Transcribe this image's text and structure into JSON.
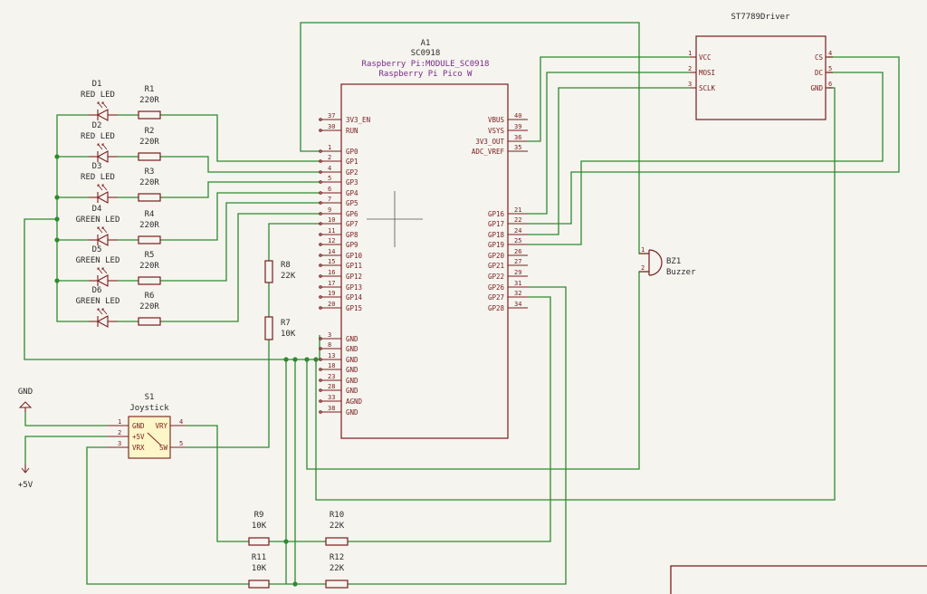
{
  "pico": {
    "ref": "A1",
    "value": "SC0918",
    "footprint": "Raspberry Pi:MODULE_SC0918",
    "name": "Raspberry Pi Pico W",
    "left_pins": [
      {
        "num": "37",
        "name": "3V3_EN"
      },
      {
        "num": "30",
        "name": "RUN"
      },
      {
        "num": "1",
        "name": "GP0"
      },
      {
        "num": "2",
        "name": "GP1"
      },
      {
        "num": "4",
        "name": "GP2"
      },
      {
        "num": "5",
        "name": "GP3"
      },
      {
        "num": "6",
        "name": "GP4"
      },
      {
        "num": "7",
        "name": "GP5"
      },
      {
        "num": "9",
        "name": "GP6"
      },
      {
        "num": "10",
        "name": "GP7"
      },
      {
        "num": "11",
        "name": "GP8"
      },
      {
        "num": "12",
        "name": "GP9"
      },
      {
        "num": "14",
        "name": "GP10"
      },
      {
        "num": "15",
        "name": "GP11"
      },
      {
        "num": "16",
        "name": "GP12"
      },
      {
        "num": "17",
        "name": "GP13"
      },
      {
        "num": "19",
        "name": "GP14"
      },
      {
        "num": "20",
        "name": "GP15"
      },
      {
        "num": "3",
        "name": "GND"
      },
      {
        "num": "8",
        "name": "GND"
      },
      {
        "num": "13",
        "name": "GND"
      },
      {
        "num": "18",
        "name": "GND"
      },
      {
        "num": "23",
        "name": "GND"
      },
      {
        "num": "28",
        "name": "GND"
      },
      {
        "num": "33",
        "name": "AGND"
      },
      {
        "num": "38",
        "name": "GND"
      }
    ],
    "right_pins": [
      {
        "num": "40",
        "name": "VBUS"
      },
      {
        "num": "39",
        "name": "VSYS"
      },
      {
        "num": "36",
        "name": "3V3_OUT"
      },
      {
        "num": "35",
        "name": "ADC_VREF"
      },
      {
        "num": "21",
        "name": "GP16"
      },
      {
        "num": "22",
        "name": "GP17"
      },
      {
        "num": "24",
        "name": "GP18"
      },
      {
        "num": "25",
        "name": "GP19"
      },
      {
        "num": "26",
        "name": "GP20"
      },
      {
        "num": "27",
        "name": "GP21"
      },
      {
        "num": "29",
        "name": "GP22"
      },
      {
        "num": "31",
        "name": "GP26"
      },
      {
        "num": "32",
        "name": "GP27"
      },
      {
        "num": "34",
        "name": "GP28"
      }
    ]
  },
  "display": {
    "title": "ST7789Driver",
    "left_pins": [
      {
        "num": "1",
        "name": "VCC"
      },
      {
        "num": "2",
        "name": "MOSI"
      },
      {
        "num": "3",
        "name": "SCLK"
      }
    ],
    "right_pins": [
      {
        "num": "4",
        "name": "CS"
      },
      {
        "num": "5",
        "name": "DC"
      },
      {
        "num": "6",
        "name": "GND"
      }
    ]
  },
  "leds": [
    {
      "ref": "D1",
      "value": "RED LED"
    },
    {
      "ref": "D2",
      "value": "RED LED"
    },
    {
      "ref": "D3",
      "value": "RED LED"
    },
    {
      "ref": "D4",
      "value": "GREEN LED"
    },
    {
      "ref": "D5",
      "value": "GREEN LED"
    },
    {
      "ref": "D6",
      "value": "GREEN LED"
    }
  ],
  "led_resistors": [
    {
      "ref": "R1",
      "value": "220R"
    },
    {
      "ref": "R2",
      "value": "220R"
    },
    {
      "ref": "R3",
      "value": "220R"
    },
    {
      "ref": "R4",
      "value": "220R"
    },
    {
      "ref": "R5",
      "value": "220R"
    },
    {
      "ref": "R6",
      "value": "220R"
    }
  ],
  "r8": {
    "ref": "R8",
    "value": "22K"
  },
  "r7": {
    "ref": "R7",
    "value": "10K"
  },
  "r9": {
    "ref": "R9",
    "value": "10K"
  },
  "r10": {
    "ref": "R10",
    "value": "22K"
  },
  "r11": {
    "ref": "R11",
    "value": "10K"
  },
  "r12": {
    "ref": "R12",
    "value": "22K"
  },
  "buzzer": {
    "ref": "BZ1",
    "value": "Buzzer",
    "pin1": "1",
    "pin2": "2"
  },
  "joystick": {
    "ref": "S1",
    "value": "Joystick",
    "pin_nums": [
      "1",
      "2",
      "3",
      "4",
      "5"
    ],
    "inner_left": [
      "GND",
      "+5V",
      "VRX"
    ],
    "inner_right": [
      "VRY",
      "SW"
    ]
  },
  "power": {
    "gnd": "GND",
    "vcc": "+5V"
  }
}
